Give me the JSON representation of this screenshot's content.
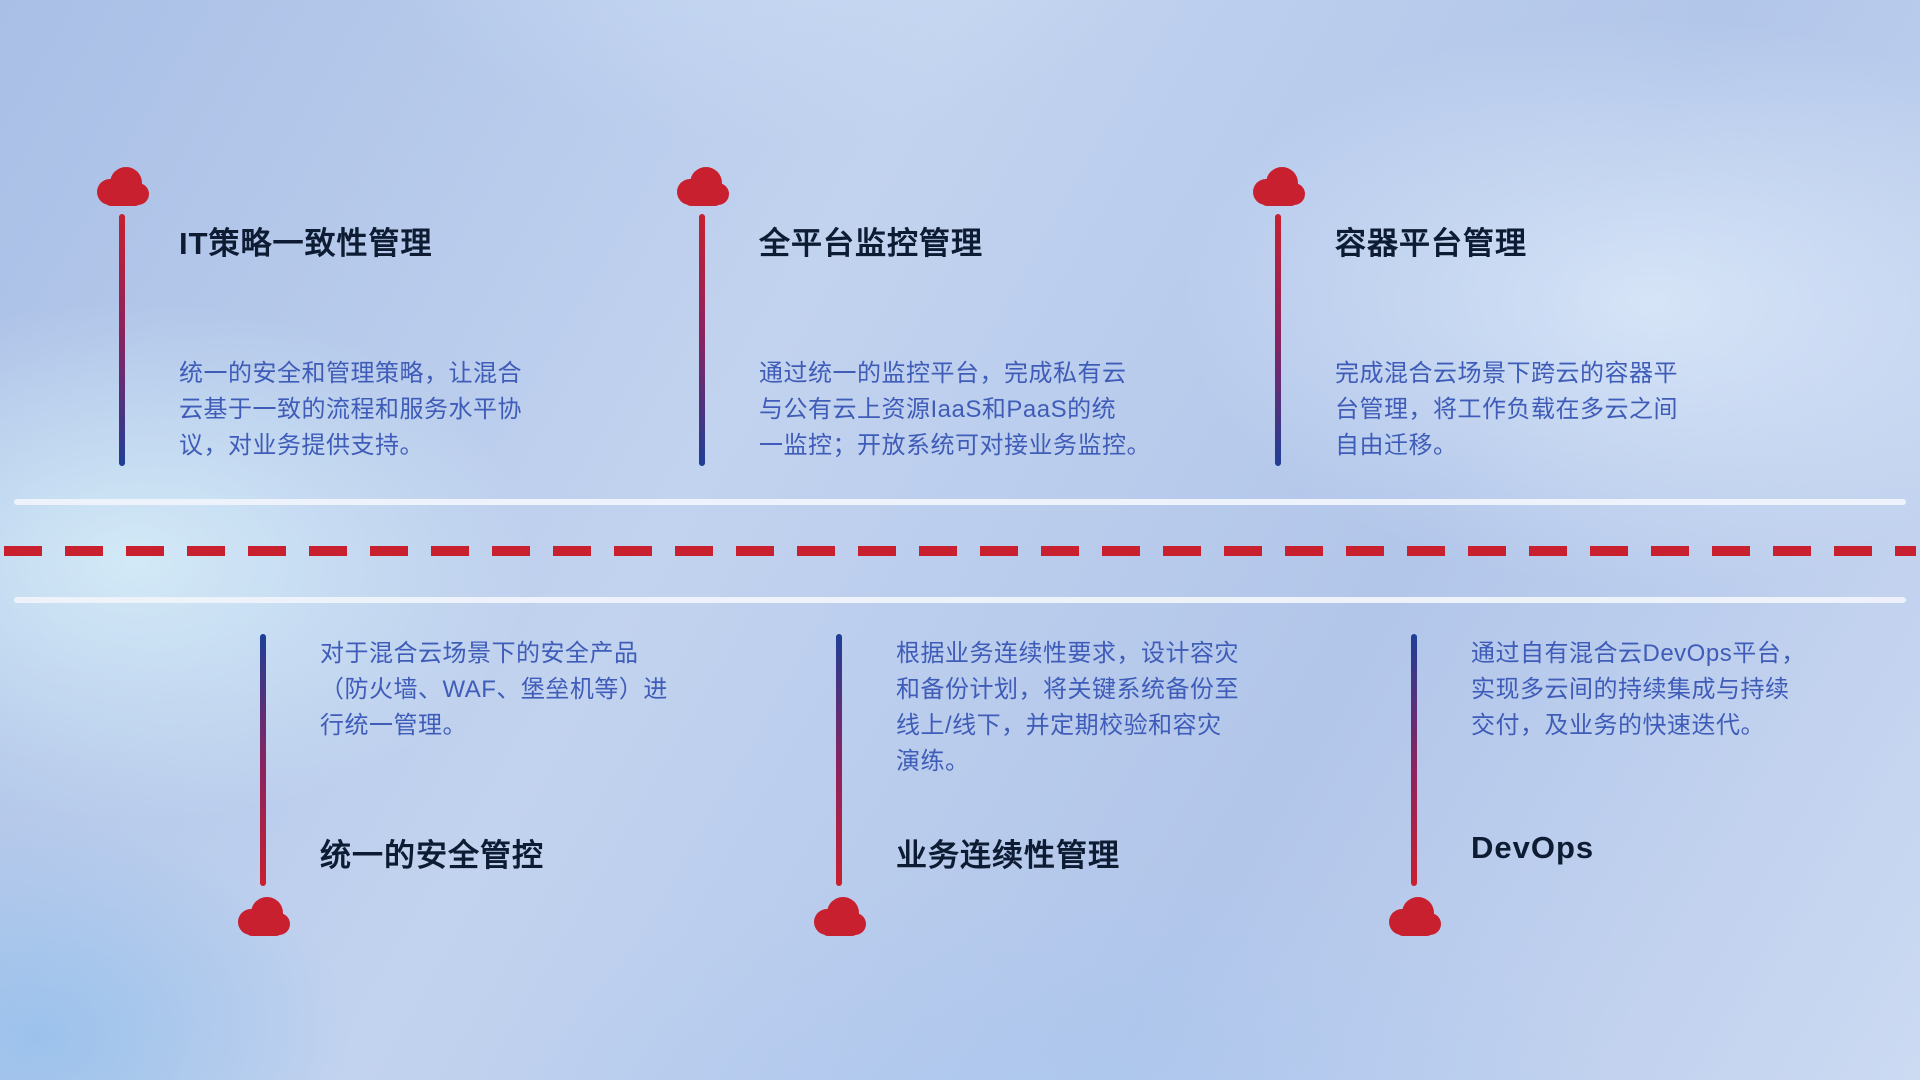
{
  "colors": {
    "accent-red": "#c8202f",
    "accent-blue": "#1e3f96",
    "title-color": "#0d1b33",
    "desc-color": "#3f5cb8",
    "timeline-solid": "#eef3fb"
  },
  "items": [
    {
      "title": "IT策略一致性管理",
      "desc": "统一的安全和管理策略，让混合\n云基于一致的流程和服务水平协\n议，对业务提供支持。"
    },
    {
      "title": "全平台监控管理",
      "desc": "通过统一的监控平台，完成私有云\n与公有云上资源IaaS和PaaS的统\n一监控；开放系统可对接业务监控。"
    },
    {
      "title": "容器平台管理",
      "desc": "完成混合云场景下跨云的容器平\n台管理，将工作负载在多云之间\n自由迁移。"
    },
    {
      "title": "统一的安全管控",
      "desc": "对于混合云场景下的安全产品\n（防火墙、WAF、堡垒机等）进\n行统一管理。"
    },
    {
      "title": "业务连续性管理",
      "desc": "根据业务连续性要求，设计容灾\n和备份计划，将关键系统备份至\n线上/线下，并定期校验和容灾\n演练。"
    },
    {
      "title": "DevOps",
      "desc": "通过自有混合云DevOps平台，\n实现多云间的持续集成与持续\n交付，及业务的快速迭代。"
    }
  ]
}
